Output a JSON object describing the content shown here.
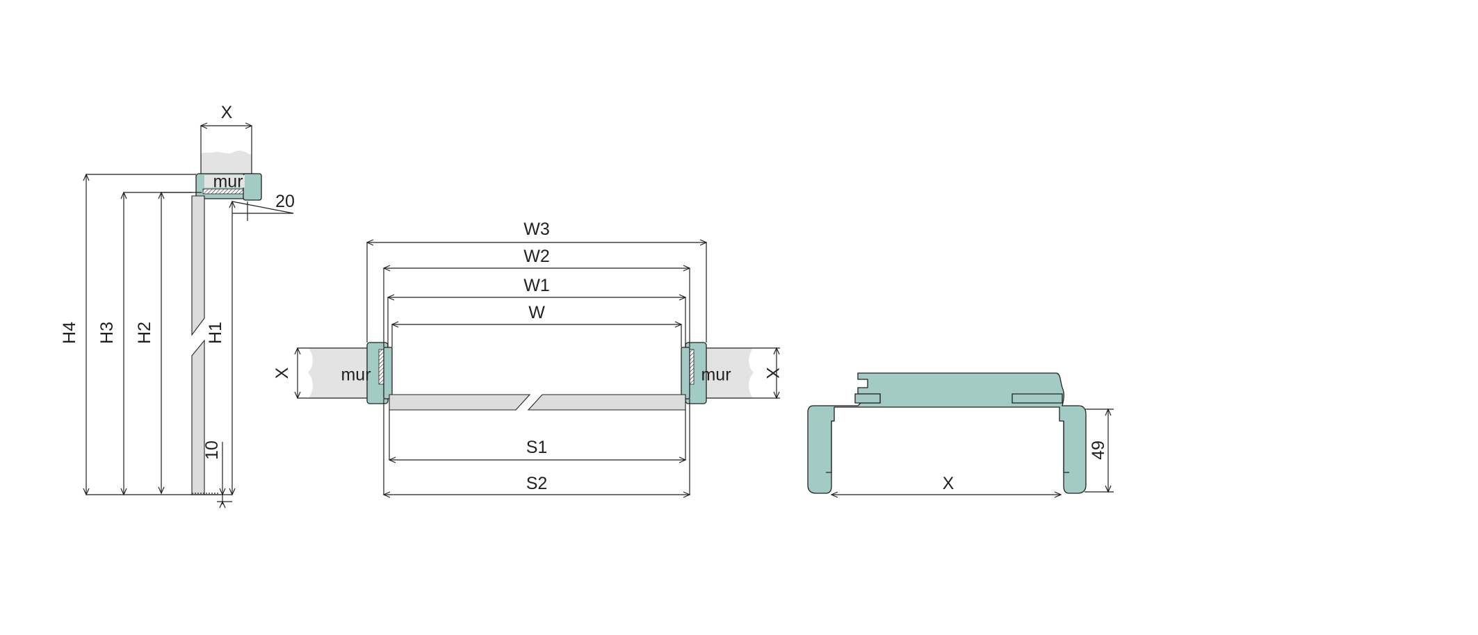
{
  "labels": {
    "wall": "mur",
    "thickness": "X",
    "h4": "H4",
    "h3": "H3",
    "h2": "H2",
    "h1": "H1",
    "gap_top": "20",
    "gap_bottom": "10",
    "w3": "W3",
    "w2": "W2",
    "w1": "W1",
    "w": "W",
    "s1": "S1",
    "s2": "S2",
    "frame_depth": "49"
  },
  "colors": {
    "frame": "#a3cbc5",
    "door_leaf": "#dcdcdc",
    "wall": "#e3e3e3",
    "line": "#231f20"
  }
}
